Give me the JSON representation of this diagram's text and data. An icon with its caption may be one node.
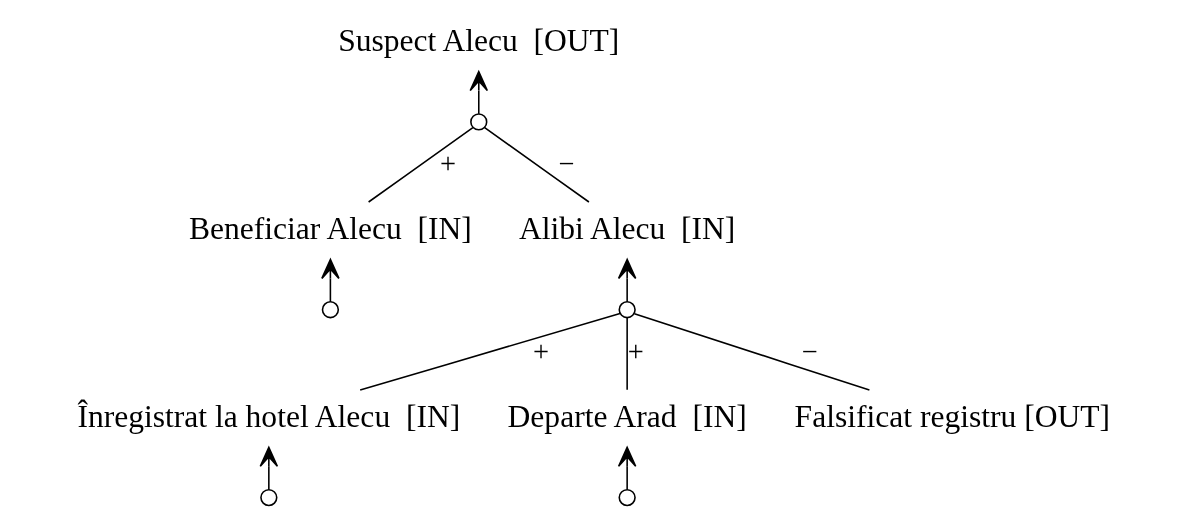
{
  "diagram": {
    "nodes": [
      {
        "text": [
          "Suspect Alecu  [OUT]"
        ]
      },
      {
        "text": [],
        "shape": "circle"
      },
      {
        "text": [
          "Beneficiar Alecu  [IN]"
        ]
      },
      {
        "text": [
          "Alibi Alecu  [IN]"
        ]
      },
      {
        "text": [],
        "shape": "circle"
      },
      {
        "text": [],
        "shape": "circle"
      },
      {
        "text": [
          "Înregistrat la hotel Alecu  [IN]"
        ]
      },
      {
        "text": [
          "Departe Arad  [IN]"
        ]
      },
      {
        "text": [
          "Falsificat registru [OUT]"
        ]
      },
      {
        "text": [],
        "shape": "circle"
      },
      {
        "text": [],
        "shape": "circle"
      }
    ],
    "edges": [
      {
        "from": 1,
        "to": 0,
        "arrow": "to"
      },
      {
        "from": 2,
        "to": 1,
        "arrow": "none",
        "label": "+"
      },
      {
        "from": 3,
        "to": 1,
        "arrow": "none",
        "label": "−"
      },
      {
        "from": 4,
        "to": 2,
        "arrow": "to"
      },
      {
        "from": 5,
        "to": 3,
        "arrow": "to"
      },
      {
        "from": 6,
        "to": 5,
        "arrow": "none",
        "label": "+"
      },
      {
        "from": 7,
        "to": 5,
        "arrow": "none",
        "label": "+"
      },
      {
        "from": 8,
        "to": 5,
        "arrow": "none",
        "label": "−"
      },
      {
        "from": 9,
        "to": 6,
        "arrow": "to"
      },
      {
        "from": 10,
        "to": 7,
        "arrow": "to"
      }
    ]
  }
}
